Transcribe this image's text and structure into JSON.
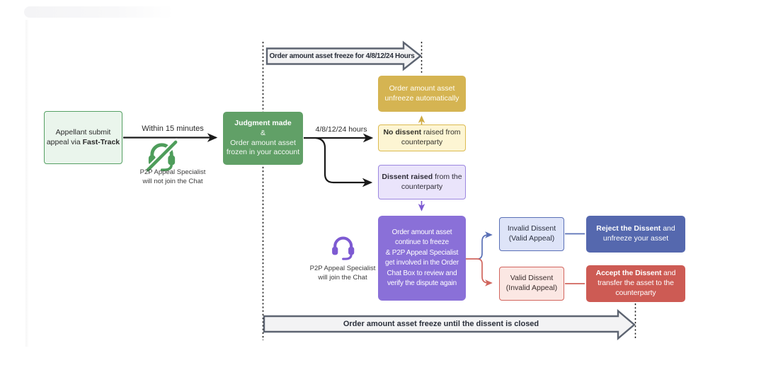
{
  "diagram": {
    "title_context": "P2P Fast-Track appeal flow",
    "colors": {
      "green_solid": "#61a067",
      "green_light": "#eaf5ec",
      "gold_solid": "#d5b452",
      "gold_light": "#fdf5d3",
      "purple_solid": "#8a70d8",
      "purple_light": "#eae4fb",
      "purple_icon": "#7d5ad2",
      "blue_solid": "#5568ae",
      "blue_light": "#dee4f8",
      "red_solid": "#cd5b54",
      "red_light": "#fbe7e3",
      "banner_fill": "#f3f3f4",
      "banner_border": "#5d6471",
      "arrow_black": "#1a1a1a"
    }
  },
  "nodes": {
    "appellant": {
      "line1": "Appellant submit",
      "line2_pre": "appeal via ",
      "line2_bold": "Fast-Track"
    },
    "judgment": {
      "line1_bold": "Judgment made",
      "line2": "&",
      "line3": "Order amount asset",
      "line4": "frozen in your account"
    },
    "unfreeze": {
      "line1": "Order amount asset",
      "line2": "unfreeze automatically"
    },
    "no_dissent": {
      "line1_bold": "No dissent",
      "line1_rest": " raised from",
      "line2": "counterparty"
    },
    "dissent": {
      "line1_bold": "Dissent raised",
      "line1_rest": " from the",
      "line2": "counterparty"
    },
    "review": {
      "line1": "Order amount asset",
      "line2": "continue to freeze",
      "line3": "& P2P Appeal Specialist",
      "line4": "get involved in the Order",
      "line5": "Chat Box to review and",
      "line6": "verify the dispute again"
    },
    "invalid_dissent": {
      "line1": "Invalid Dissent",
      "line2": "(Valid Appeal)"
    },
    "reject": {
      "line1_bold": "Reject the Dissent",
      "line1_rest": " and",
      "line2": "unfreeze your asset"
    },
    "valid_dissent": {
      "line1": "Valid Dissent",
      "line2": "(Invalid Appeal)"
    },
    "accept": {
      "line1_bold": "Accept the Dissent",
      "line1_rest": " and",
      "line2": "transfer the asset to the",
      "line3": "counterparty"
    }
  },
  "banners": {
    "top": "Order amount asset freeze for 4/8/12/24 Hours",
    "bottom": "Order amount asset freeze until the dissent is closed"
  },
  "labels": {
    "within": "Within 15 minutes",
    "hours": "4/8/12/24 hours"
  },
  "captions": {
    "not_join": {
      "line1": "P2P Appeal Specialist",
      "line2": "will not join the Chat"
    },
    "join": {
      "line1": "P2P Appeal Specialist",
      "line2": "will join the Chat"
    }
  },
  "icons": {
    "not_join": "muted-headset-icon",
    "join": "headset-icon"
  }
}
